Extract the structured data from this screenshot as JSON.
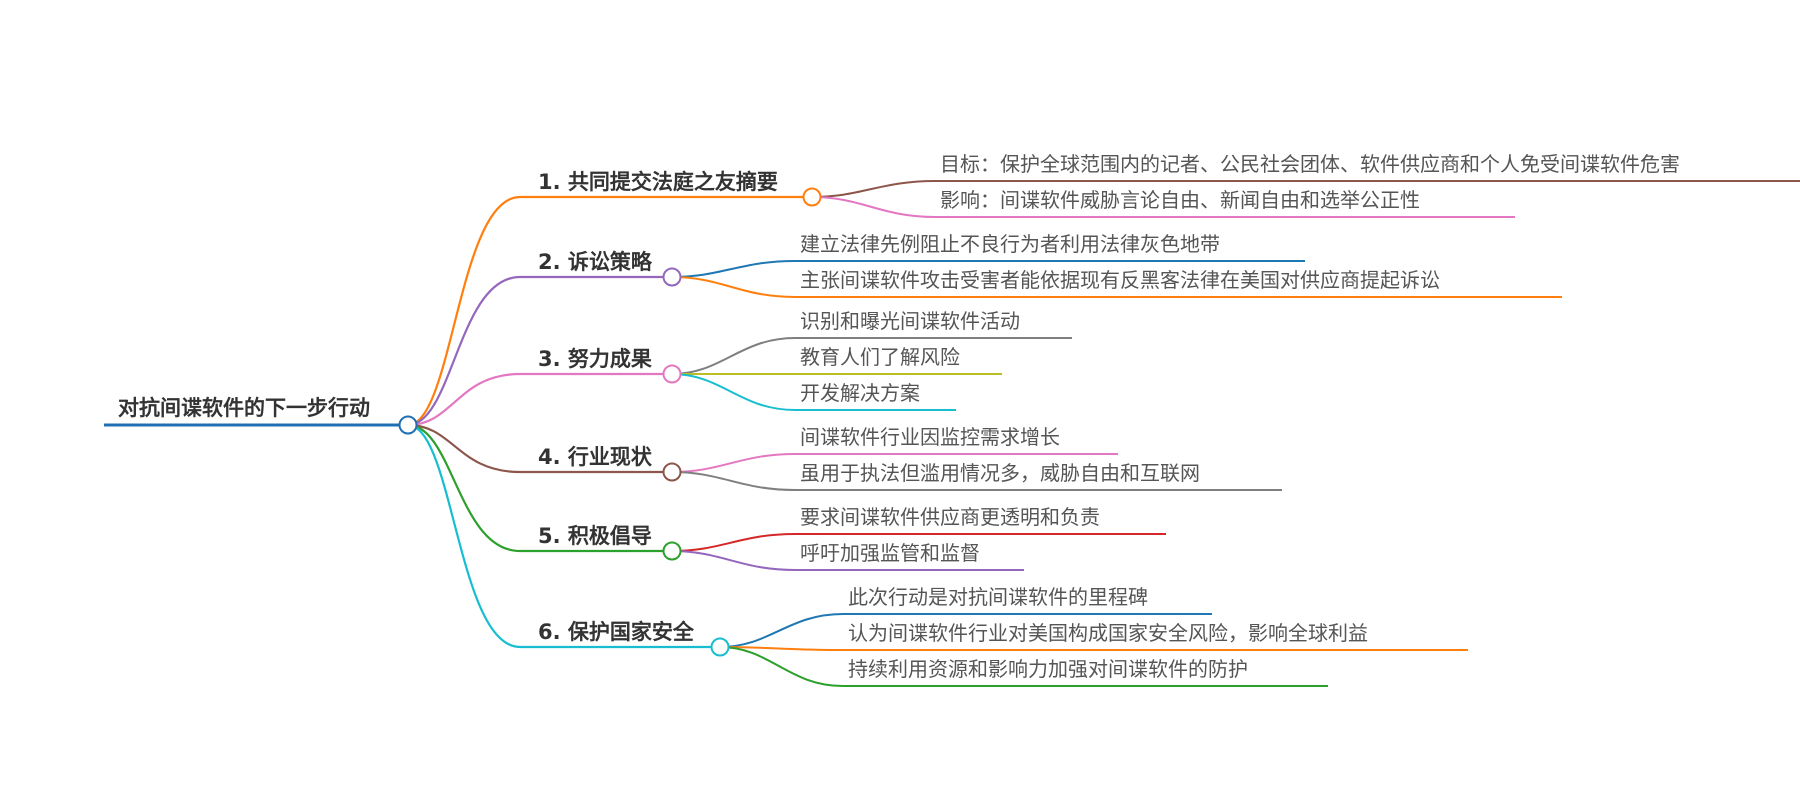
{
  "root": {
    "label": "对抗间谍软件的下一步行动",
    "color": "#1f6fb4"
  },
  "branches": [
    {
      "label": "1. 共同提交法庭之友摘要",
      "color": "#ff7f0e",
      "leaves": [
        {
          "label": "目标：保护全球范围内的记者、公民社会团体、软件供应商和个人免受间谍软件危害",
          "color": "#8c564b"
        },
        {
          "label": "影响：间谍软件威胁言论自由、新闻自由和选举公正性",
          "color": "#e377c2"
        }
      ]
    },
    {
      "label": "2. 诉讼策略",
      "color": "#9467bd",
      "leaves": [
        {
          "label": "建立法律先例阻止不良行为者利用法律灰色地带",
          "color": "#1f77b4"
        },
        {
          "label": "主张间谍软件攻击受害者能依据现有反黑客法律在美国对供应商提起诉讼",
          "color": "#ff7f0e"
        }
      ]
    },
    {
      "label": "3. 努力成果",
      "color": "#e377c2",
      "leaves": [
        {
          "label": "识别和曝光间谍软件活动",
          "color": "#7f7f7f"
        },
        {
          "label": "教育人们了解风险",
          "color": "#bcbd22"
        },
        {
          "label": "开发解决方案",
          "color": "#17becf"
        }
      ]
    },
    {
      "label": "4. 行业现状",
      "color": "#8c564b",
      "leaves": [
        {
          "label": "间谍软件行业因监控需求增长",
          "color": "#e377c2"
        },
        {
          "label": "虽用于执法但滥用情况多，威胁自由和互联网",
          "color": "#7f7f7f"
        }
      ]
    },
    {
      "label": "5. 积极倡导",
      "color": "#2ca02c",
      "leaves": [
        {
          "label": "要求间谍软件供应商更透明和负责",
          "color": "#d62728"
        },
        {
          "label": "呼吁加强监管和监督",
          "color": "#9467bd"
        }
      ]
    },
    {
      "label": "6. 保护国家安全",
      "color": "#17becf",
      "leaves": [
        {
          "label": "此次行动是对抗间谍软件的里程碑",
          "color": "#1f77b4"
        },
        {
          "label": "认为间谍软件行业对美国构成国家安全风险，影响全球利益",
          "color": "#ff7f0e"
        },
        {
          "label": "持续利用资源和影响力加强对间谍软件的防护",
          "color": "#2ca02c"
        }
      ]
    }
  ]
}
